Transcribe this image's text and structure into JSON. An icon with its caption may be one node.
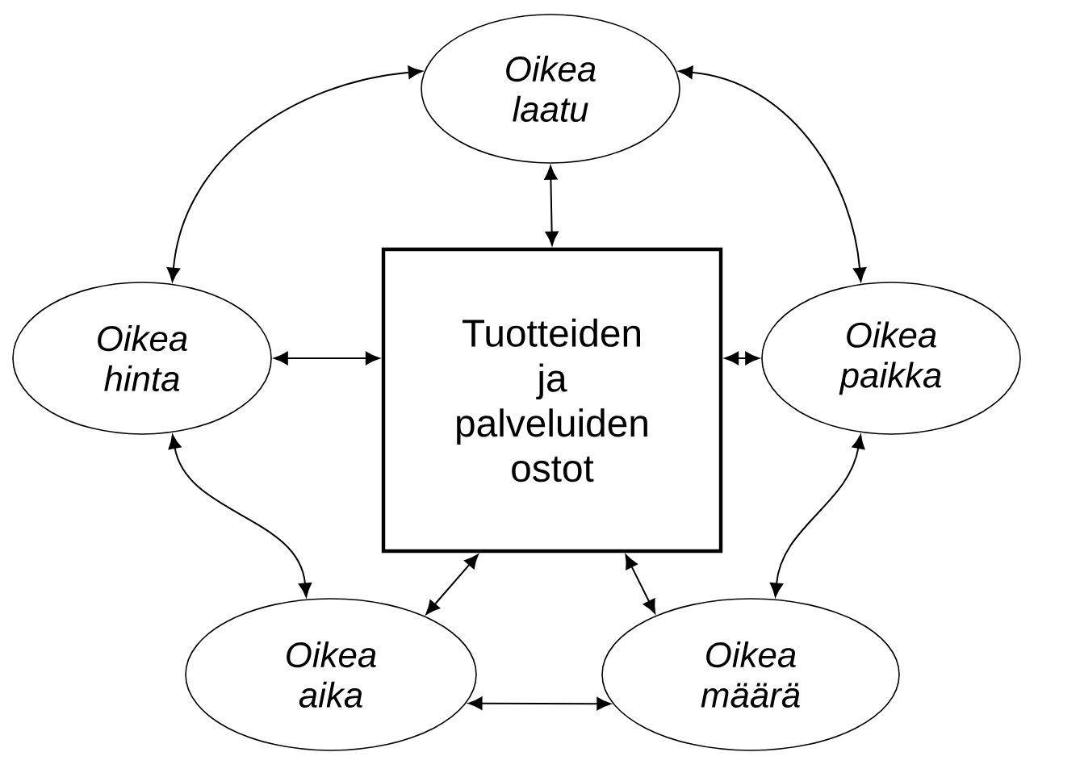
{
  "diagram": {
    "nodes": [
      {
        "text": [
          "Oikea laatu"
        ]
      },
      {
        "text": [
          "Oikea hinta"
        ]
      },
      {
        "text": [
          "Tuotteiden ja palveluiden ostot"
        ]
      },
      {
        "text": [
          "Oikea paikka"
        ]
      },
      {
        "text": [
          "Oikea aika"
        ]
      },
      {
        "text": [
          "Oikea määrä"
        ]
      }
    ],
    "edges": [
      {
        "from": 0,
        "to": 1,
        "arrow": "both"
      },
      {
        "from": 0,
        "to": 3,
        "arrow": "both"
      },
      {
        "from": 0,
        "to": 2,
        "arrow": "both"
      },
      {
        "from": 1,
        "to": 2,
        "arrow": "both"
      },
      {
        "from": 2,
        "to": 3,
        "arrow": "both"
      },
      {
        "from": 1,
        "to": 4,
        "arrow": "both"
      },
      {
        "from": 3,
        "to": 5,
        "arrow": "both"
      },
      {
        "from": 2,
        "to": 4,
        "arrow": "both"
      },
      {
        "from": 2,
        "to": 5,
        "arrow": "both"
      },
      {
        "from": 4,
        "to": 5,
        "arrow": "both"
      }
    ]
  }
}
